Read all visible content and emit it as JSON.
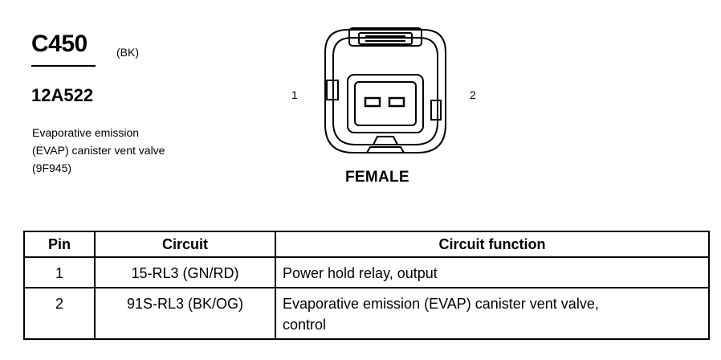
{
  "connector": {
    "id": "C450",
    "color_code": "(BK)",
    "part_number": "12A522",
    "description_lines": [
      "Evaporative emission",
      "(EVAP) canister vent valve",
      "(9F945)"
    ],
    "pin_left_label": "1",
    "pin_right_label": "2",
    "gender": "FEMALE"
  },
  "table": {
    "headers": [
      "Pin",
      "Circuit",
      "Circuit function"
    ],
    "rows": [
      {
        "pin": "1",
        "circuit": "15-RL3 (GN/RD)",
        "function_lines": [
          "Power hold relay, output"
        ]
      },
      {
        "pin": "2",
        "circuit": "91S-RL3 (BK/OG)",
        "function_lines": [
          "Evaporative emission (EVAP) canister vent valve,",
          "control"
        ]
      }
    ]
  }
}
